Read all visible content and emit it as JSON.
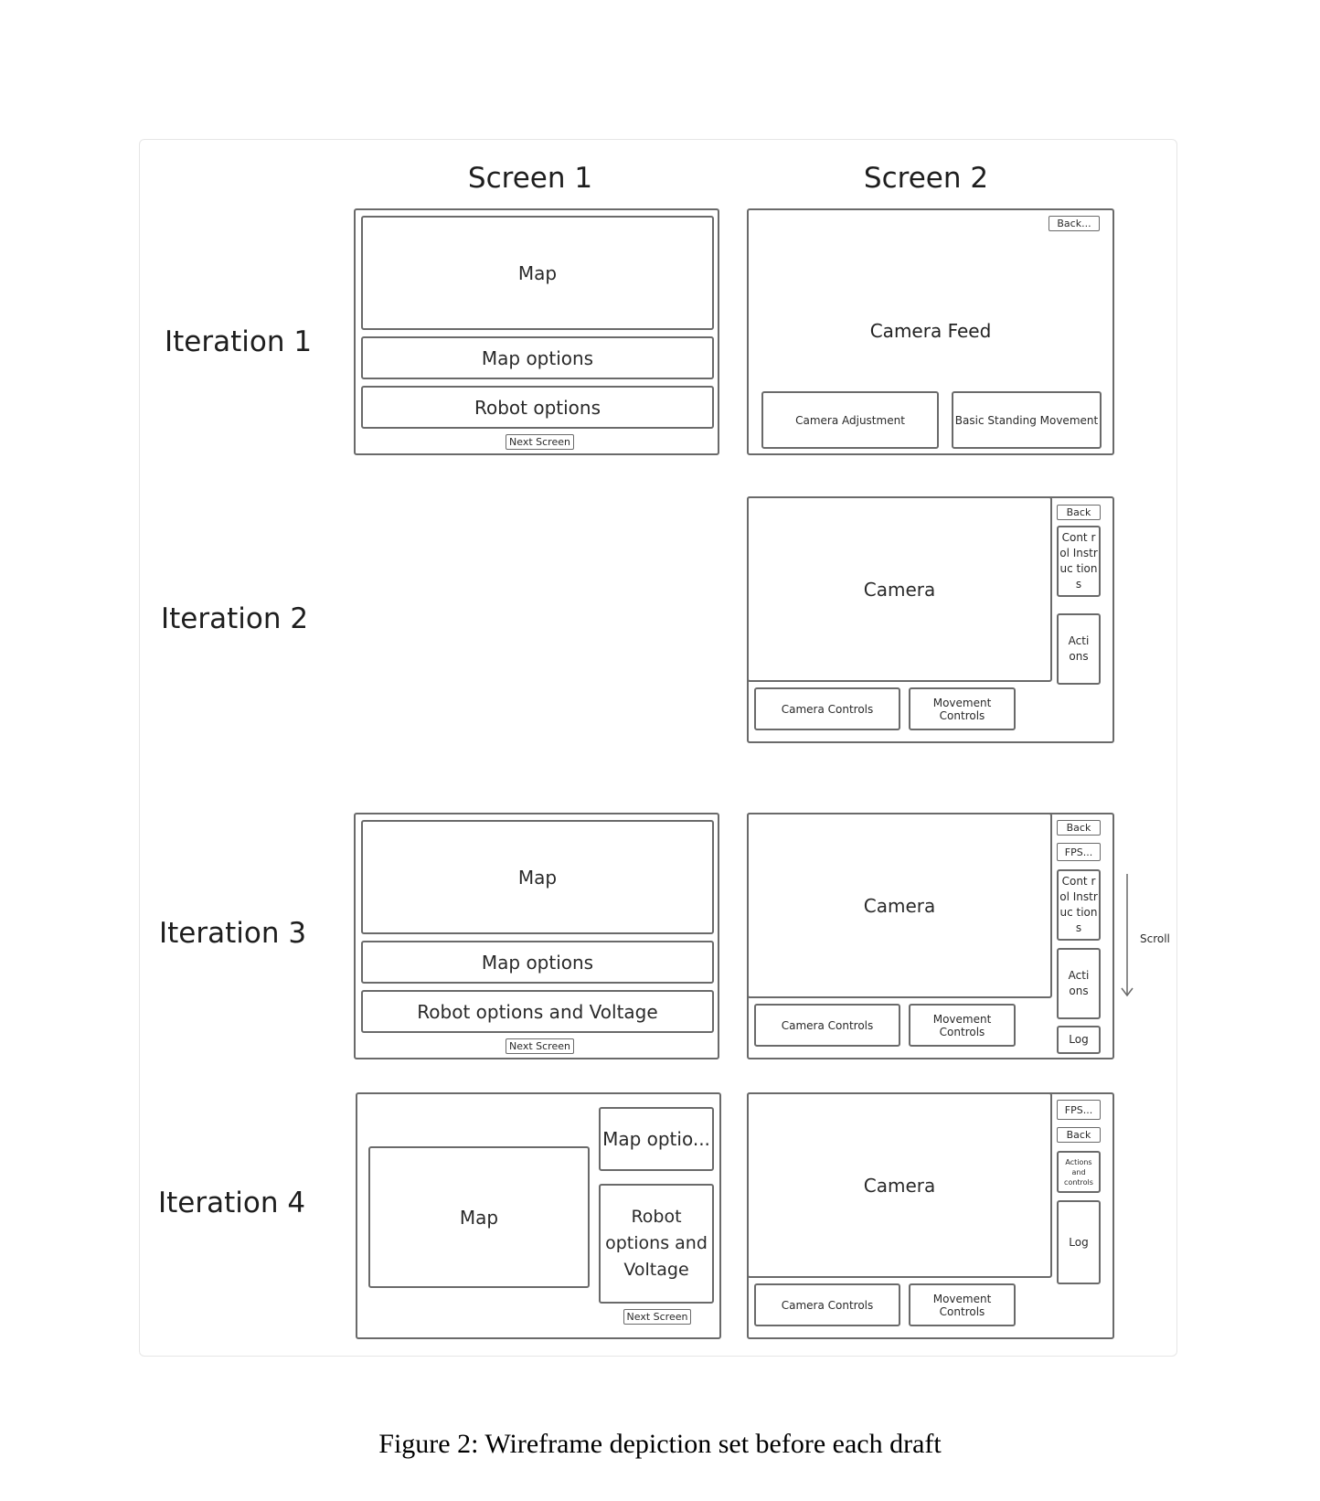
{
  "headers": {
    "screen1": "Screen 1",
    "screen2": "Screen 2"
  },
  "iterations": [
    "Iteration 1",
    "Iteration 2",
    "Iteration 3",
    "Iteration 4"
  ],
  "iter1": {
    "s1": {
      "map": "Map",
      "map_options": "Map options",
      "robot_options": "Robot options",
      "next": "Next Screen"
    },
    "s2": {
      "back": "Back...",
      "feed": "Camera Feed",
      "cam_adj": "Camera Adjustment",
      "basic_move": "Basic Standing Movement"
    }
  },
  "iter2": {
    "s2": {
      "camera": "Camera",
      "back": "Back",
      "control": "Cont rol Instruc tions",
      "actions": "Acti ons",
      "cam_controls": "Camera Controls",
      "move_controls": "Movement Controls"
    }
  },
  "iter3": {
    "s1": {
      "map": "Map",
      "map_options": "Map options",
      "robot_voltage": "Robot options and Voltage",
      "next": "Next Screen"
    },
    "s2": {
      "camera": "Camera",
      "back": "Back",
      "fps": "FPS...",
      "control": "Cont rol Instruc tions",
      "actions": "Acti ons",
      "log": "Log",
      "cam_controls": "Camera Controls",
      "move_controls": "Movement Controls",
      "scroll": "Scroll"
    }
  },
  "iter4": {
    "s1": {
      "map": "Map",
      "map_options": "Map optio...",
      "robot_voltage": "Robot options and Voltage",
      "next": "Next Screen"
    },
    "s2": {
      "camera": "Camera",
      "fps": "FPS...",
      "back": "Back",
      "actions_controls": "Actions and controls",
      "log": "Log",
      "cam_controls": "Camera Controls",
      "move_controls": "Movement Controls"
    }
  },
  "caption": "Figure 2: Wireframe depiction set before each draft"
}
